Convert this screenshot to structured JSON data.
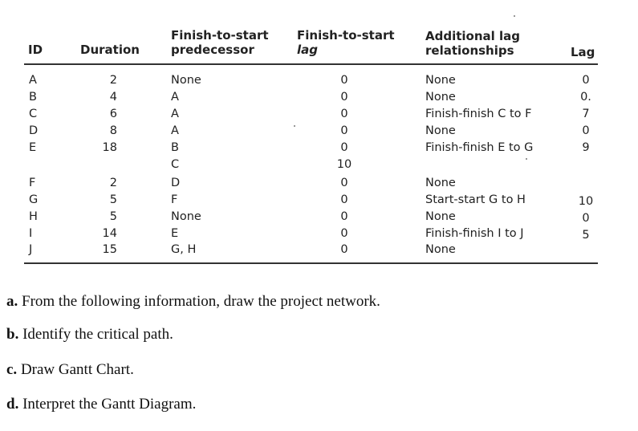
{
  "table": {
    "headers": {
      "id": "ID",
      "duration": "Duration",
      "fs_pred_line1": "Finish-to-start",
      "fs_pred_line2": "predecessor",
      "fs_lag_line1": "Finish-to-start",
      "fs_lag_line2": "lag",
      "add_line1": "Additional lag",
      "add_line2": "relationships",
      "lag": "Lag"
    },
    "rows": [
      {
        "id": "A",
        "duration": "2",
        "pred": "None",
        "fs_lag": "0",
        "add": "None",
        "lag": "0"
      },
      {
        "id": "B",
        "duration": "4",
        "pred": "A",
        "fs_lag": "0",
        "add": "None",
        "lag": "0."
      },
      {
        "id": "C",
        "duration": "6",
        "pred": "A",
        "fs_lag": "0",
        "add": "Finish-finish C to F",
        "lag": "7"
      },
      {
        "id": "D",
        "duration": "8",
        "pred": "A",
        "fs_lag": "0",
        "add": "None",
        "lag": "0"
      },
      {
        "id": "E",
        "duration": "18",
        "pred": "B",
        "fs_lag": "0",
        "add": "Finish-finish E to G",
        "lag": "9"
      },
      {
        "id": "",
        "duration": "",
        "pred": "C",
        "fs_lag": "10",
        "add": "",
        "lag": ""
      },
      {
        "id": "F",
        "duration": "2",
        "pred": "D",
        "fs_lag": "0",
        "add": "None",
        "lag": ""
      },
      {
        "id": "G",
        "duration": "5",
        "pred": "F",
        "fs_lag": "0",
        "add": "Start-start G to H",
        "lag": "10"
      },
      {
        "id": "H",
        "duration": "5",
        "pred": "None",
        "fs_lag": "0",
        "add": "None",
        "lag": "0"
      },
      {
        "id": "I",
        "duration": "14",
        "pred": "E",
        "fs_lag": "0",
        "add": "Finish-finish I to J",
        "lag": "5"
      },
      {
        "id": "J",
        "duration": "15",
        "pred": "G, H",
        "fs_lag": "0",
        "add": "None",
        "lag": ""
      }
    ]
  },
  "questions": [
    {
      "label": "a.",
      "text": " From the following information, draw the project network."
    },
    {
      "label": "b.",
      "text": " Identify the critical path."
    },
    {
      "label": "c.",
      "text": " Draw Gantt Chart."
    },
    {
      "label": "d.",
      "text": " Interpret the Gantt Diagram."
    }
  ]
}
